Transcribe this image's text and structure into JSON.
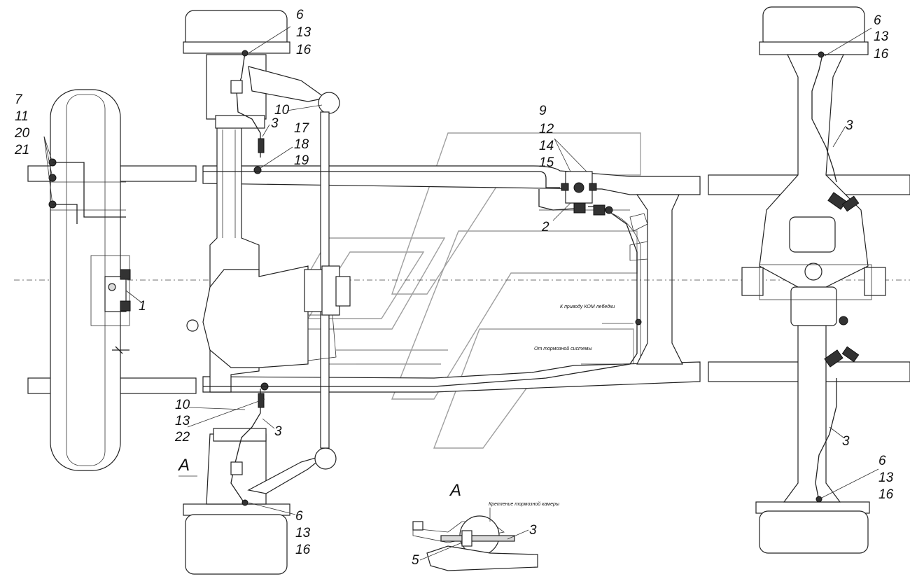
{
  "callouts": {
    "front_axle_top_right": [
      "6",
      "13",
      "16"
    ],
    "left_wheel": [
      "7",
      "11",
      "20",
      "21"
    ],
    "front_axle_mid": [
      "10",
      "3",
      "17",
      "18",
      "19"
    ],
    "valve_group": [
      "9",
      "12",
      "14",
      "15"
    ],
    "valve_label": "2",
    "left_valve": "1",
    "rear_axle_top": [
      "6",
      "13",
      "16"
    ],
    "rear_axle_hose_top": "3",
    "rear_axle_hose_bottom": "3",
    "rear_axle_bottom": [
      "6",
      "13",
      "16"
    ],
    "front_axle_lower": [
      "10",
      "13",
      "22"
    ],
    "front_axle_lower_hose": "3",
    "front_axle_bottom": [
      "6",
      "13",
      "16"
    ],
    "detail_parts": [
      "3",
      "5"
    ]
  },
  "view_labels": {
    "section_mark": "A",
    "detail_title": "A"
  },
  "notes": {
    "to_winch_drive": "К приводу КОМ лебедки",
    "from_brake_system": "От тормозной системы",
    "brake_chamber_mount": "Крепление тормозной камеры"
  }
}
